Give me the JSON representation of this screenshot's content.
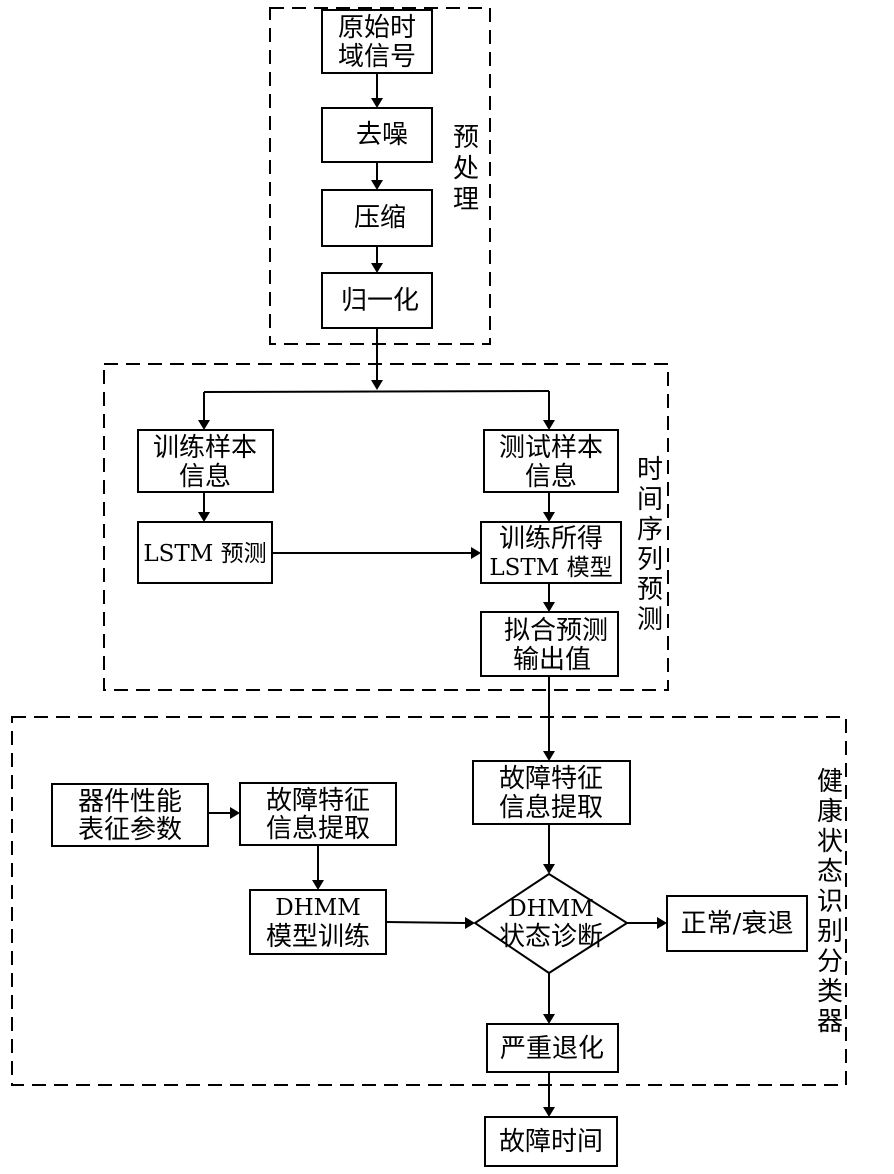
{
  "groups": {
    "preprocess": "预处理",
    "timeseries": "时间序列预测",
    "health": "健康状态识别分类器"
  },
  "nodes": {
    "raw_signal": [
      "原始时",
      "域信号"
    ],
    "denoise": "去噪",
    "compress": "压缩",
    "normalize": "归一化",
    "train_samples": [
      "训练样本",
      "信息"
    ],
    "test_samples": [
      "测试样本",
      "信息"
    ],
    "lstm_predict": "LSTM 预测",
    "trained_model": [
      "训练所得",
      "LSTM 模型"
    ],
    "fit_output": [
      "拟合预测",
      "输出值"
    ],
    "device_params": [
      "器件性能",
      "表征参数"
    ],
    "fault_extract_left": [
      "故障特征",
      "信息提取"
    ],
    "fault_extract_right": [
      "故障特征",
      "信息提取"
    ],
    "dhmm_train": [
      "DHMM",
      "模型训练"
    ],
    "dhmm_diag": [
      "DHMM",
      "状态诊断"
    ],
    "normal_decline": "正常/衰退",
    "severe": "严重退化",
    "fault_time": "故障时间"
  }
}
